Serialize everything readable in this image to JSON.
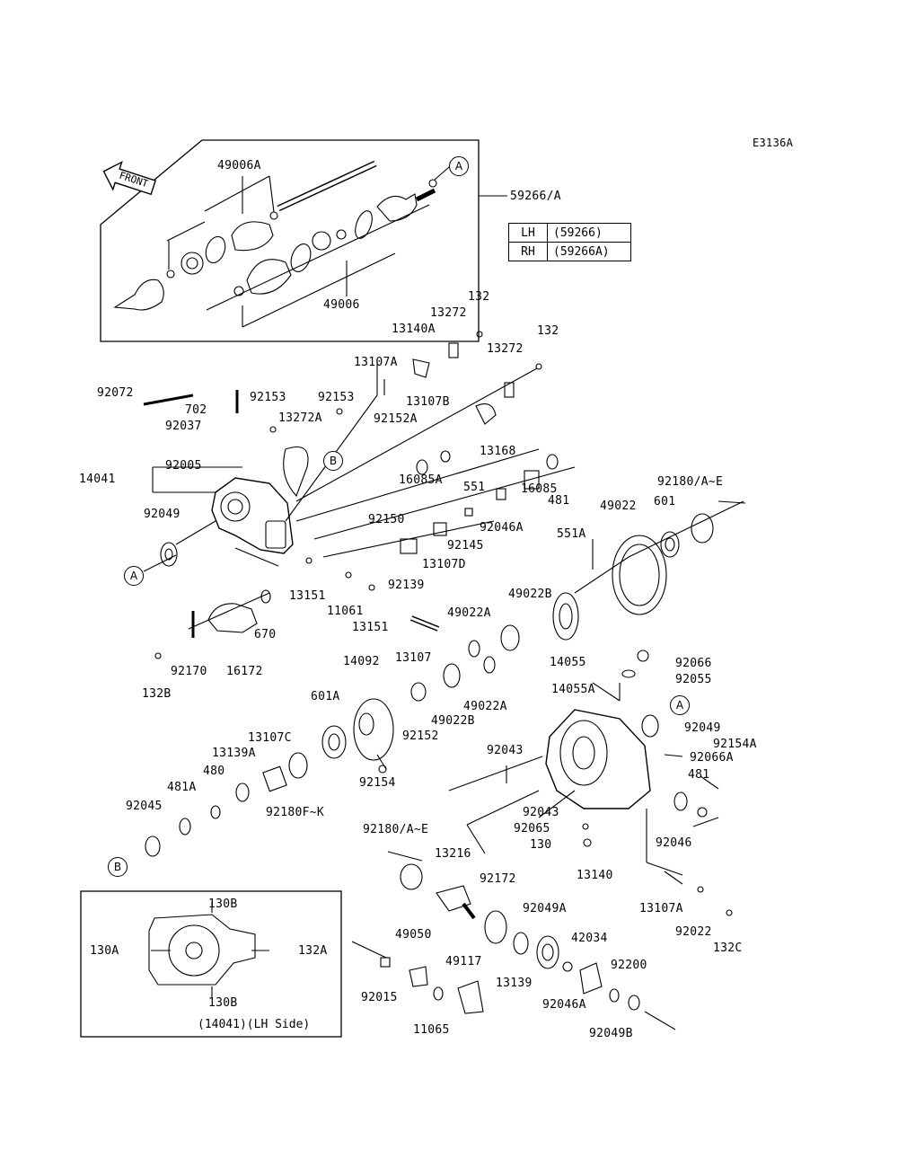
{
  "diagram_code": "E3136A",
  "front_label": "FRONT",
  "shaft_assembly": {
    "label_59266": "59266/A",
    "label_49006A": "49006A",
    "label_49006": "49006",
    "table": [
      {
        "side": "LH",
        "code": "(59266)"
      },
      {
        "side": "RH",
        "code": "(59266A)"
      }
    ]
  },
  "refs": {
    "a": "A",
    "b": "B"
  },
  "parts": {
    "p132_1": "132",
    "p13272_1": "13272",
    "p13140A": "13140A",
    "p13107A_1": "13107A",
    "p132_2": "132",
    "p13272_2": "13272",
    "p92072": "92072",
    "p702": "702",
    "p92153_1": "92153",
    "p92153_2": "92153",
    "p13107B": "13107B",
    "p92037": "92037",
    "p13272A": "13272A",
    "p92152A": "92152A",
    "p13168": "13168",
    "p92005": "92005",
    "p14041": "14041",
    "p551": "551",
    "p16085A": "16085A",
    "p481_1": "481",
    "p92180AE_1": "92180/A~E",
    "p16085": "16085",
    "p49022": "49022",
    "p601": "601",
    "p92049_1": "92049",
    "p92150": "92150",
    "p92046A_1": "92046A",
    "p92145": "92145",
    "p551A": "551A",
    "p13107D": "13107D",
    "p92139": "92139",
    "p13151_1": "13151",
    "p11061": "11061",
    "p13151_2": "13151",
    "p49022B_1": "49022B",
    "p670": "670",
    "p49022A_1": "49022A",
    "p92170": "92170",
    "p16172": "16172",
    "p13107": "13107",
    "p14055": "14055",
    "p92066": "92066",
    "p132B": "132B",
    "p14092": "14092",
    "p92055": "92055",
    "p601A": "601A",
    "p14055A": "14055A",
    "p49022B_2": "49022B",
    "p49022A_2": "49022A",
    "p92049_2": "92049",
    "p13107C": "13107C",
    "p92154A": "92154A",
    "p13139A": "13139A",
    "p92152": "92152",
    "p92043_1": "92043",
    "p92066A": "92066A",
    "p480": "480",
    "p92180FK": "92180F~K",
    "p481_2": "481",
    "p481A": "481A",
    "p92154": "92154",
    "p92045": "92045",
    "p92043_2": "92043",
    "p92065": "92065",
    "p92046": "92046",
    "p130": "130",
    "p92180AE_2": "92180/A~E",
    "p13216": "13216",
    "p13140": "13140",
    "p92172": "92172",
    "p13107A_2": "13107A",
    "p92049A": "92049A",
    "p92022": "92022",
    "p49050": "49050",
    "p42034": "42034",
    "p132C": "132C",
    "p49117": "49117",
    "p92200": "92200",
    "p13139": "13139",
    "p92015": "92015",
    "p92046A_2": "92046A",
    "p11065": "11065",
    "p92049B": "92049B"
  },
  "inset": {
    "label_130B_top": "130B",
    "label_130A": "130A",
    "label_132A": "132A",
    "label_130B_bottom": "130B",
    "caption": "(14041)(LH Side)"
  }
}
